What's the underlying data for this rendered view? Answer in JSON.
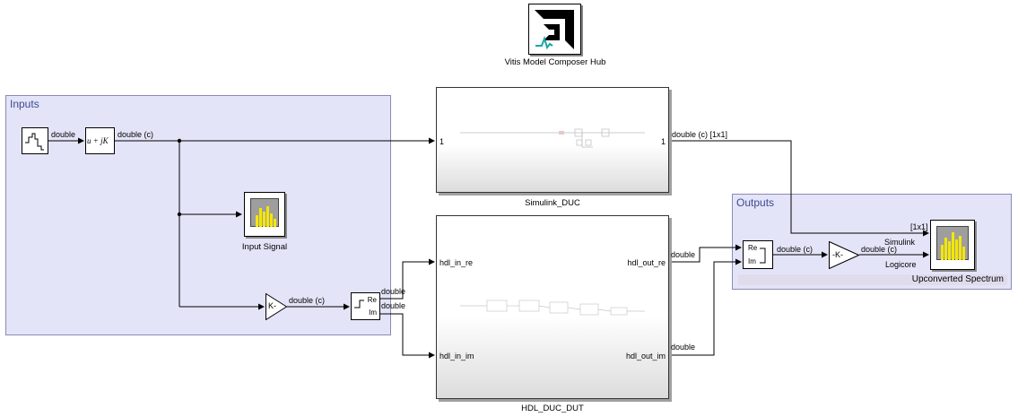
{
  "hub": {
    "label": "Vitis Model Composer Hub",
    "icon": "amd-logo-icon"
  },
  "areas": {
    "inputs": {
      "title": "Inputs"
    },
    "outputs": {
      "title": "Outputs",
      "footer": "Upconverted Spectrum"
    }
  },
  "blocks": {
    "source": {
      "icon": "sine-wave-icon",
      "out_label": "double"
    },
    "real_to_complex": {
      "text": "u + jK",
      "out_label": "double (c)"
    },
    "input_scope": {
      "caption": "Input Signal",
      "icon": "spectrum-scope-icon"
    },
    "gain_in": {
      "text": "K-",
      "out_label": "double (c)"
    },
    "complex_to_re_im": {
      "re": "Re",
      "im": "Im",
      "out_re_label": "double",
      "out_im_label": "double"
    },
    "simulink_duc": {
      "caption": "Simulink_DUC",
      "in_port": "1",
      "out_port": "1",
      "out_label": "double (c) [1x1]"
    },
    "hdl_duc_dut": {
      "caption": "HDL_DUC_DUT",
      "in_re": "hdl_in_re",
      "in_im": "hdl_in_im",
      "out_re": "hdl_out_re",
      "out_im": "hdl_out_im",
      "out_re_label": "double",
      "out_im_label": "double"
    },
    "re_im_to_complex": {
      "re": "Re",
      "im": "Im",
      "out_label": "double (c)"
    },
    "gain_out": {
      "text": "-K-",
      "out_label": "double (c)"
    },
    "output_scope": {
      "label_1x1": "[1x1]",
      "port_simulink": "Simulink",
      "port_logicore": "Logicore",
      "icon": "spectrum-scope-icon"
    }
  },
  "colors": {
    "area_fill": "#e4e4f8",
    "area_border": "#8a8ab8",
    "area_title": "#3d4a8f",
    "scope_bars": "#f5e600"
  }
}
